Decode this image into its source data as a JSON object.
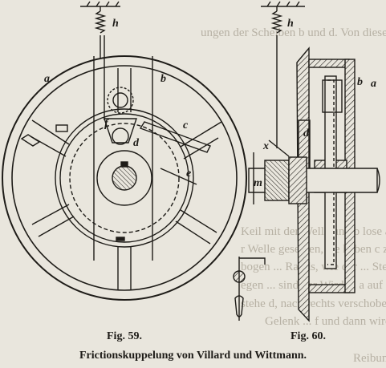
{
  "background_text": [
    "ungen der Scheiben b und d. Von diesen sind d fest",
    "Keil mit der Welle und b lose auf die über ange",
    "r Welle gesessen, sie haben c zu einer Nabe an",
    "bogen ... Rands, wie der ... Stellung der Scheibe",
    "egen ... sind der Wird ... a auf d",
    "stehe d, nach rechts verschoben, so stören sich unmittelb",
    "Gelenk ... f und dann wird Scheibe b gegen",
    "Reibung ..."
  ],
  "labels": {
    "h1": "h",
    "a1": "a",
    "b1": "b",
    "c1": "c",
    "f1": "f",
    "d1": "d",
    "e1": "e",
    "h2": "h",
    "b2": "b",
    "a2": "a",
    "d2": "d",
    "x2": "x",
    "m2": "m"
  },
  "captions": {
    "fig59": "Fig. 59.",
    "fig60": "Fig. 60.",
    "title": "Frictionskuppelung von Villard und Wittmann."
  }
}
